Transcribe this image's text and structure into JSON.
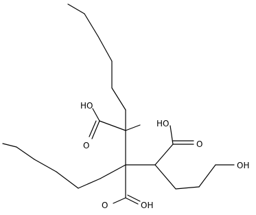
{
  "molecule": {
    "atom_labels": {
      "carboxyl_1_oh": "HO",
      "carboxyl_1_o": "O",
      "carboxyl_2_oh": "HO",
      "carboxyl_2_o": "O",
      "carboxyl_3_o": "O",
      "carboxyl_3_oh": "OH",
      "hydroxyl": "OH"
    },
    "colors": {
      "bond": "#000000",
      "label": "#000000",
      "background": "#ffffff"
    }
  }
}
